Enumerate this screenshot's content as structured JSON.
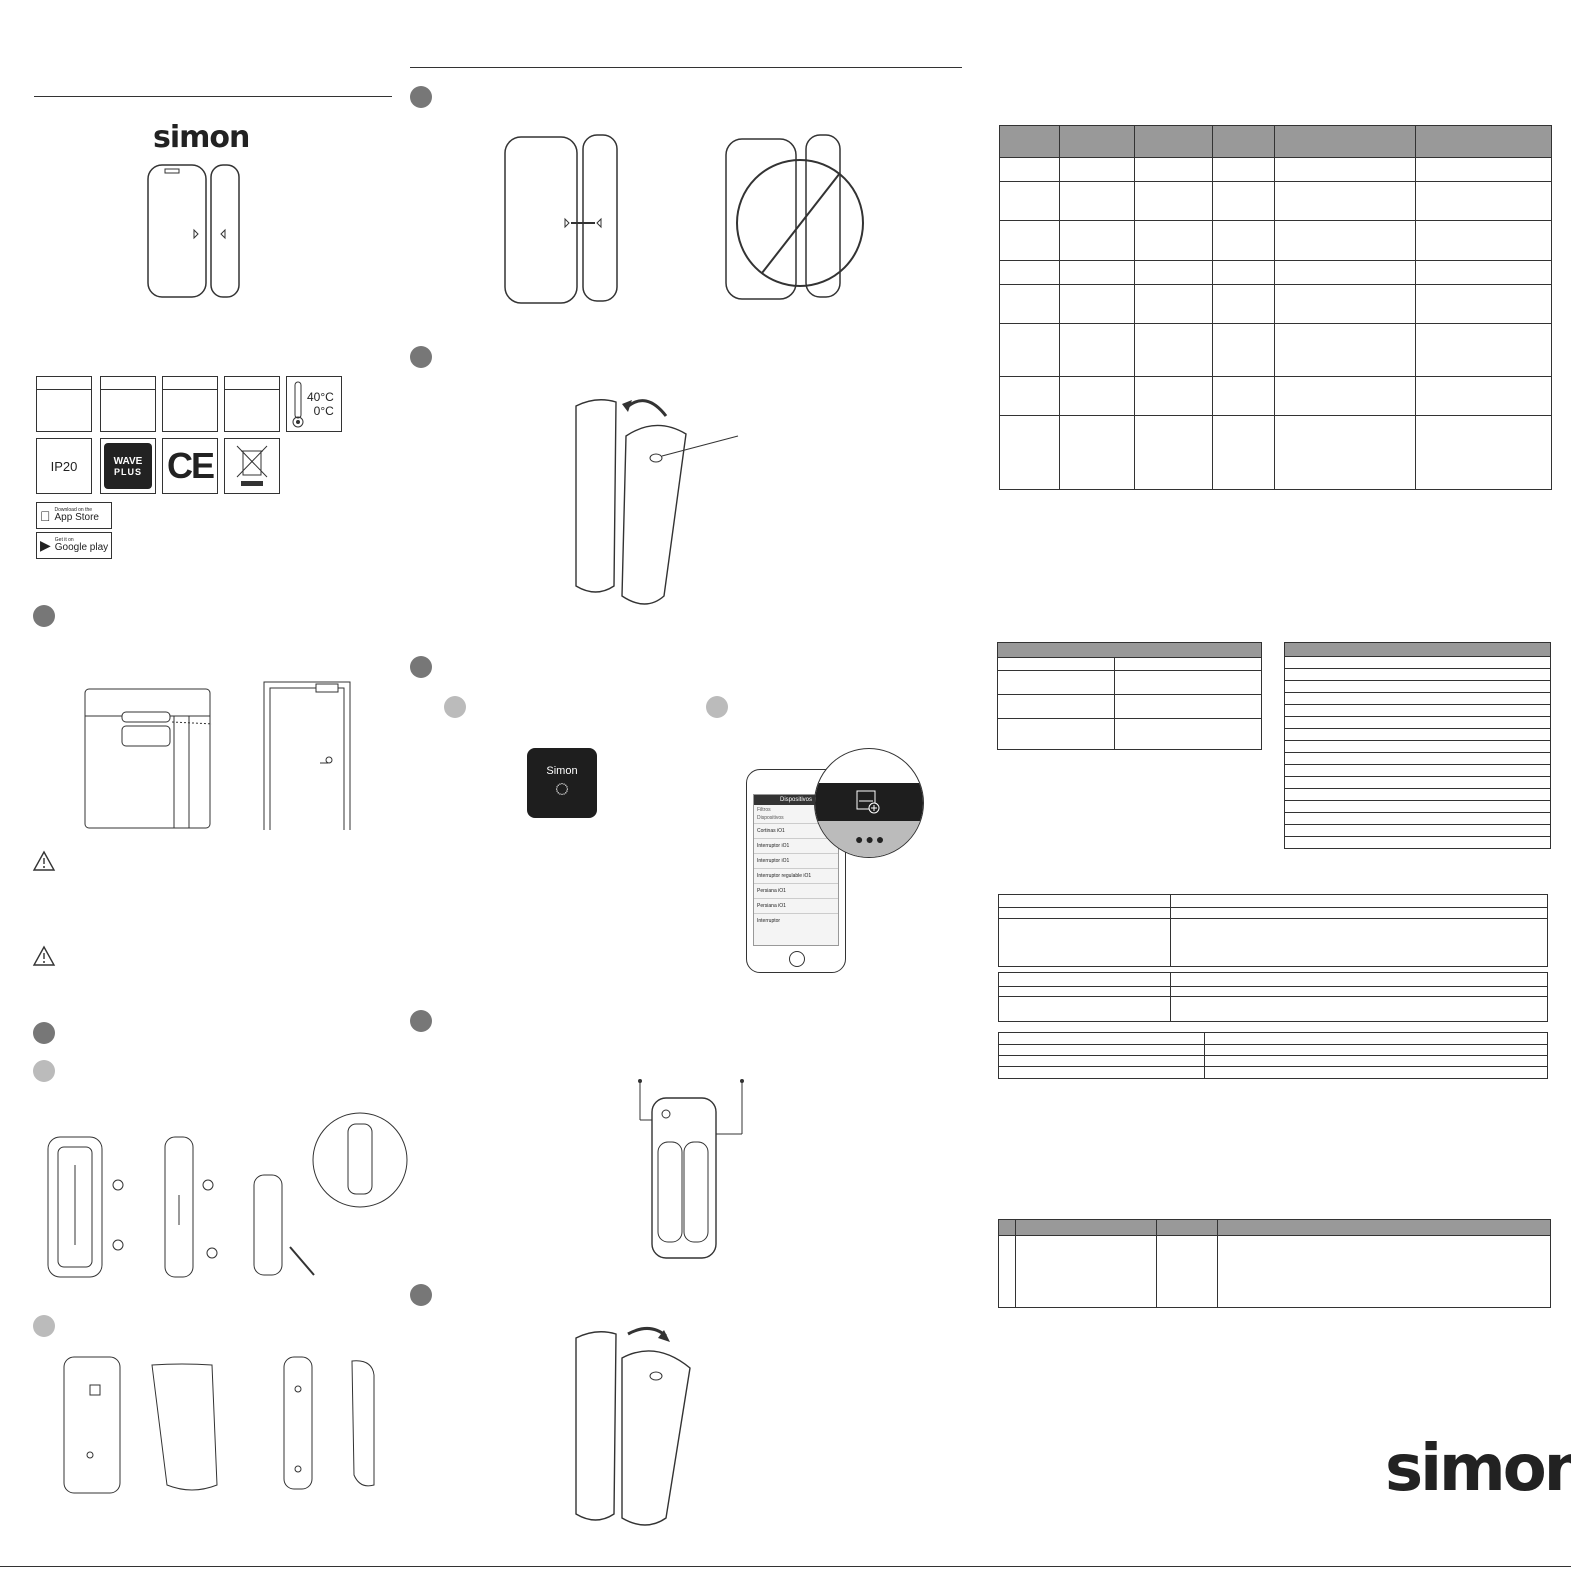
{
  "brand": {
    "logo_text": "simon"
  },
  "ratings": {
    "temp_max": "40°C",
    "temp_min": "0°C",
    "ip_rating": "IP20",
    "zwave_top": "WAVE",
    "zwave_bottom": "PLUS",
    "ce_mark": "CE"
  },
  "app_store": {
    "line1": "Download on the",
    "line2": "App Store"
  },
  "google_play": {
    "line1": "Get it on",
    "line2": "Google play"
  },
  "app_icon": {
    "label": "Simon"
  },
  "phone": {
    "screen_title": "Dispositivos",
    "section_1": "Filtros",
    "section_2": "Dispositivos",
    "items": [
      "Cortinas iO1",
      "Interruptor iO1",
      "Interruptor iO1",
      "Interruptor regulable iO1",
      "Persiana iO1",
      "Persiana iO1",
      "Interruptor"
    ]
  }
}
